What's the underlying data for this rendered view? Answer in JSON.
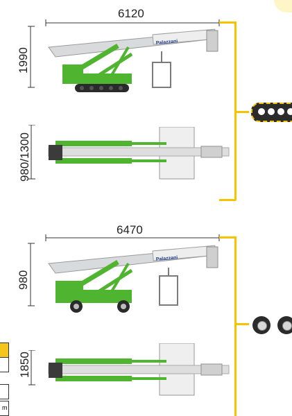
{
  "top": {
    "width_label": "6120",
    "height_label": "1990",
    "plan_width_label": "980/1300",
    "brand": "Palazzani",
    "undercarriage_icon": "track-icon"
  },
  "bottom": {
    "width_label": "6470",
    "height_label": "980",
    "plan_width_label": "1850",
    "brand": "Palazzani",
    "undercarriage_icon": "wheel-icon"
  },
  "table": {
    "unit_fragment": "m"
  },
  "colors": {
    "accent_yellow": "#f6c300",
    "machine_green": "#4fb42f",
    "boom_grey": "#d9dadb"
  }
}
